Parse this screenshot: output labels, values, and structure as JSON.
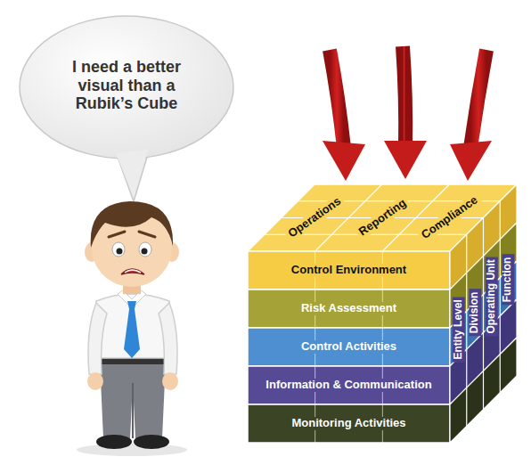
{
  "diagram": {
    "nodes": [
      {
        "text": [
          "I need a better visual than a Rubik’s Cube"
        ]
      },
      {
        "text": [
          "Operations"
        ]
      },
      {
        "text": [
          "Reporting"
        ]
      },
      {
        "text": [
          "Compliance"
        ]
      },
      {
        "text": [
          "Control Environment"
        ]
      },
      {
        "text": [
          "Risk Assessment"
        ]
      },
      {
        "text": [
          "Control Activities"
        ]
      },
      {
        "text": [
          "Information & Communication"
        ]
      },
      {
        "text": [
          "Monitoring Activities"
        ]
      },
      {
        "text": [
          "Entity Level"
        ]
      },
      {
        "text": [
          "Division"
        ]
      },
      {
        "text": [
          "Operating Unit"
        ]
      },
      {
        "text": [
          "Function"
        ]
      }
    ]
  }
}
